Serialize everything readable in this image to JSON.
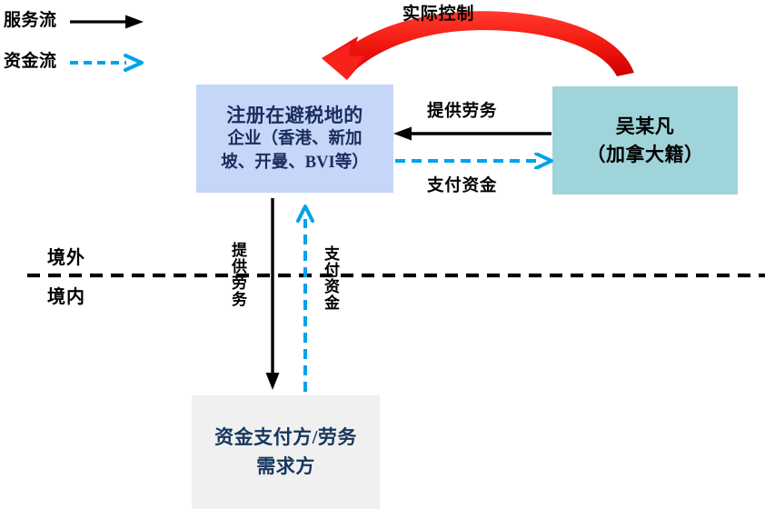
{
  "legend": {
    "items": [
      {
        "label": "服务流",
        "icon": "solid-arrow-right-icon",
        "color": "#000000",
        "style": "solid"
      },
      {
        "label": "资金流",
        "icon": "dashed-arrow-right-icon",
        "color": "#00a2e8",
        "style": "dashed"
      }
    ]
  },
  "nodes": {
    "offshore_entity": {
      "line1": "注册在避税地的",
      "line2": "企业（香港、新加",
      "line3": "坡、开曼、BVI等）",
      "fill": "#c5d6f8",
      "text_color": "#1b2c5e"
    },
    "individual": {
      "line1": "吴某凡",
      "line2": "（加拿大籍）",
      "fill": "#9fd4da",
      "text_color": "#000000"
    },
    "payer": {
      "line1": "资金支付方/劳务",
      "line2": "需求方",
      "fill": "#f0f0f0",
      "text_color": "#17365d"
    }
  },
  "edges": {
    "control": {
      "label": "实际控制",
      "color": "#ee1111",
      "direction": "right-to-left",
      "style": "curved-solid"
    },
    "service_horizontal": {
      "label": "提供劳务",
      "color": "#000000",
      "direction": "right-to-left",
      "style": "solid"
    },
    "capital_horizontal": {
      "label": "支付资金",
      "color": "#00a2e8",
      "direction": "left-to-right",
      "style": "dashed"
    },
    "service_vertical": {
      "label": "提供劳务",
      "color": "#000000",
      "direction": "top-to-bottom",
      "style": "solid"
    },
    "capital_vertical": {
      "label": "支付资金",
      "color": "#00a2e8",
      "direction": "bottom-to-top",
      "style": "dashed"
    }
  },
  "jurisdiction": {
    "above_label": "境外",
    "below_label": "境内",
    "line_color": "#000000",
    "line_style": "dashed"
  }
}
